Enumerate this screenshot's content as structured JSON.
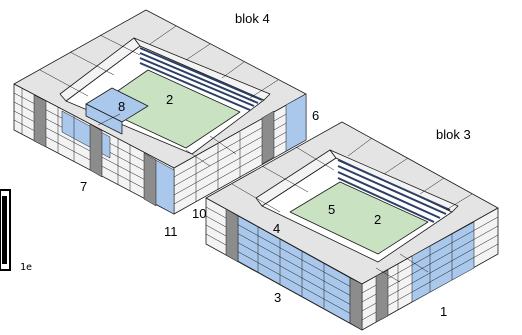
{
  "labels": {
    "blok4": "blok 4",
    "blok3": "blok 3",
    "n1": "1",
    "n2a": "2",
    "n2b": "2",
    "n3": "3",
    "n4": "4",
    "n5": "5",
    "n6": "6",
    "n7": "7",
    "n8": "8",
    "n10": "10",
    "n11": "11",
    "side_fragment": "1e"
  },
  "colors": {
    "roof": "#e4e4e4",
    "wall": "#f3f3f3",
    "dark": "#8c8c8c",
    "blue": "#a9c8ec",
    "green": "#c9e3c2",
    "navy": "#2d3f66",
    "line": "#1b1b1b"
  }
}
